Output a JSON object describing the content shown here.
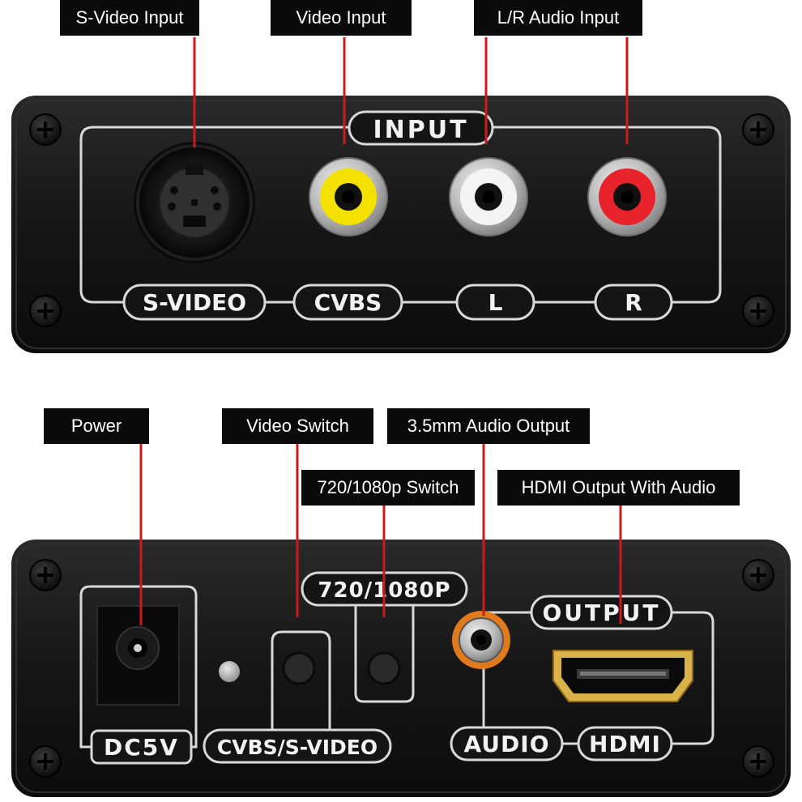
{
  "callouts": {
    "svideo_input": "S-Video Input",
    "video_input": "Video Input",
    "lr_audio_input": "L/R Audio Input",
    "power": "Power",
    "video_switch": "Video Switch",
    "audio_output_35": "3.5mm Audio Output",
    "switch_720_1080": "720/1080p Switch",
    "hdmi_output_audio": "HDMI Output With Audio"
  },
  "front_panel": {
    "group_title": "INPUT",
    "labels": {
      "svideo": "S-VIDEO",
      "cvbs": "CVBS",
      "left": "L",
      "right": "R"
    },
    "jack_colors": {
      "cvbs": "#f5e100",
      "left": "#f4f4f4",
      "right": "#e8232c"
    }
  },
  "back_panel": {
    "group_title_output": "OUTPUT",
    "group_title_switch": "720/1080P",
    "labels": {
      "power": "DC5V",
      "video_switch": "CVBS/S-VIDEO",
      "audio": "AUDIO",
      "hdmi": "HDMI"
    },
    "jack_colors": {
      "audio": "#e07a1c"
    }
  },
  "colors": {
    "leader_line": "#cc1a1a",
    "panel": "#151515",
    "panel_outline": "#d9d9d9"
  }
}
